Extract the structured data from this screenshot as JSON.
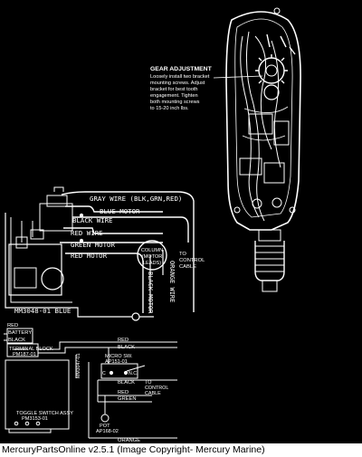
{
  "caption": "MercuryPartsOnline v2.5.1 (Image Copyright- Mercury Marine)",
  "gear_note": {
    "title": "GEAR ADJUSTMENT",
    "lines": [
      "Loosely install two bracket",
      "mounting screws.  Adjust",
      "bracket for best tooth",
      "engagement.  Tighten",
      "both mounting screws",
      "to 15-20 inch lbs."
    ]
  },
  "wiring": {
    "gray_wire": "GRAY WIRE (BLK,GRN,RED)",
    "blue_motor": "BLUE MOTOR",
    "black_wire": "BLACK WIRE",
    "red_wire": "RED WIRE",
    "green_motor": "GREEN MOTOR",
    "red_motor": "RED MOTOR",
    "column_lines": [
      "COLUMN",
      "(MOTOR",
      "LEADS)"
    ],
    "black_motor": "BLACK MOTOR",
    "orange_wire": "ORANGE WIRE",
    "to_control_cable": [
      "TO",
      "CONTROL",
      "CABLE"
    ],
    "part_number": "MM3048-01 BLUE"
  },
  "schematic": {
    "red": "RED",
    "battery": "BATTERY",
    "black": "BLACK",
    "terminal_block_1": "TERMINAL BLOCK",
    "terminal_block_2": "PM187-01",
    "mm_vertical": "MM3047-01",
    "micro_sw_1": "MICRO SW.",
    "micro_sw_2": "AP151-01",
    "c": "C",
    "nc": "N.C.",
    "red_top": "RED",
    "black_top": "BLACK",
    "black_mid": "BLACK",
    "to_control_cable": [
      "TO",
      "CONTROL",
      "CABLE"
    ],
    "red_mid": "RED",
    "green": "GREEN",
    "toggle_1": "TOGGLE SWITCH ASSY",
    "toggle_2": "PM3153-01",
    "pot_1": "POT",
    "pot_2": "AP168-02",
    "orange": "ORANGE"
  }
}
